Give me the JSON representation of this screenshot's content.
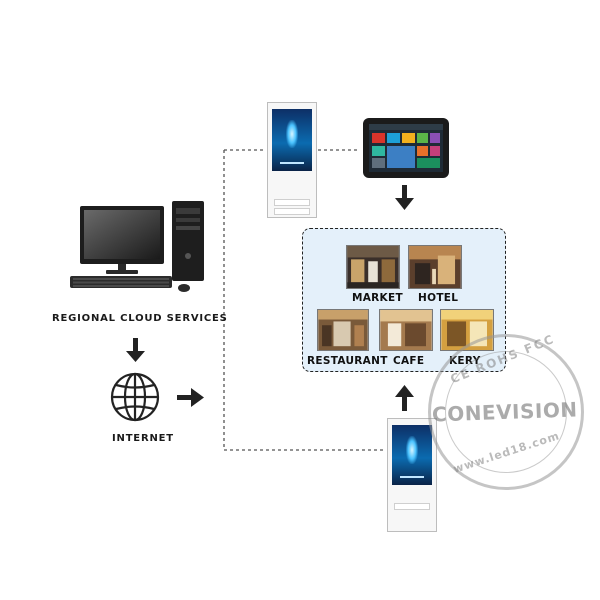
{
  "labels": {
    "regional_cloud": "REGIONAL CLOUD SERVICES",
    "internet": "INTERNET"
  },
  "venues": {
    "market": "MARKET",
    "hotel": "HOTEL",
    "restaurant": "RESTAURANT",
    "cafe": "CAFE",
    "bakery": "KERY"
  },
  "watermark": {
    "top_arc": "CE ROHS FCC",
    "brand": "CONEVISION",
    "url": "www.led18.com"
  },
  "colors": {
    "hub_fill": "#e4f0fa",
    "dashed_line": "#555555",
    "arrow": "#222222"
  },
  "icons": {
    "computer": "desktop-computer-icon",
    "globe": "globe-icon",
    "tablet": "tablet-icon",
    "kiosk": "kiosk-display-icon"
  }
}
